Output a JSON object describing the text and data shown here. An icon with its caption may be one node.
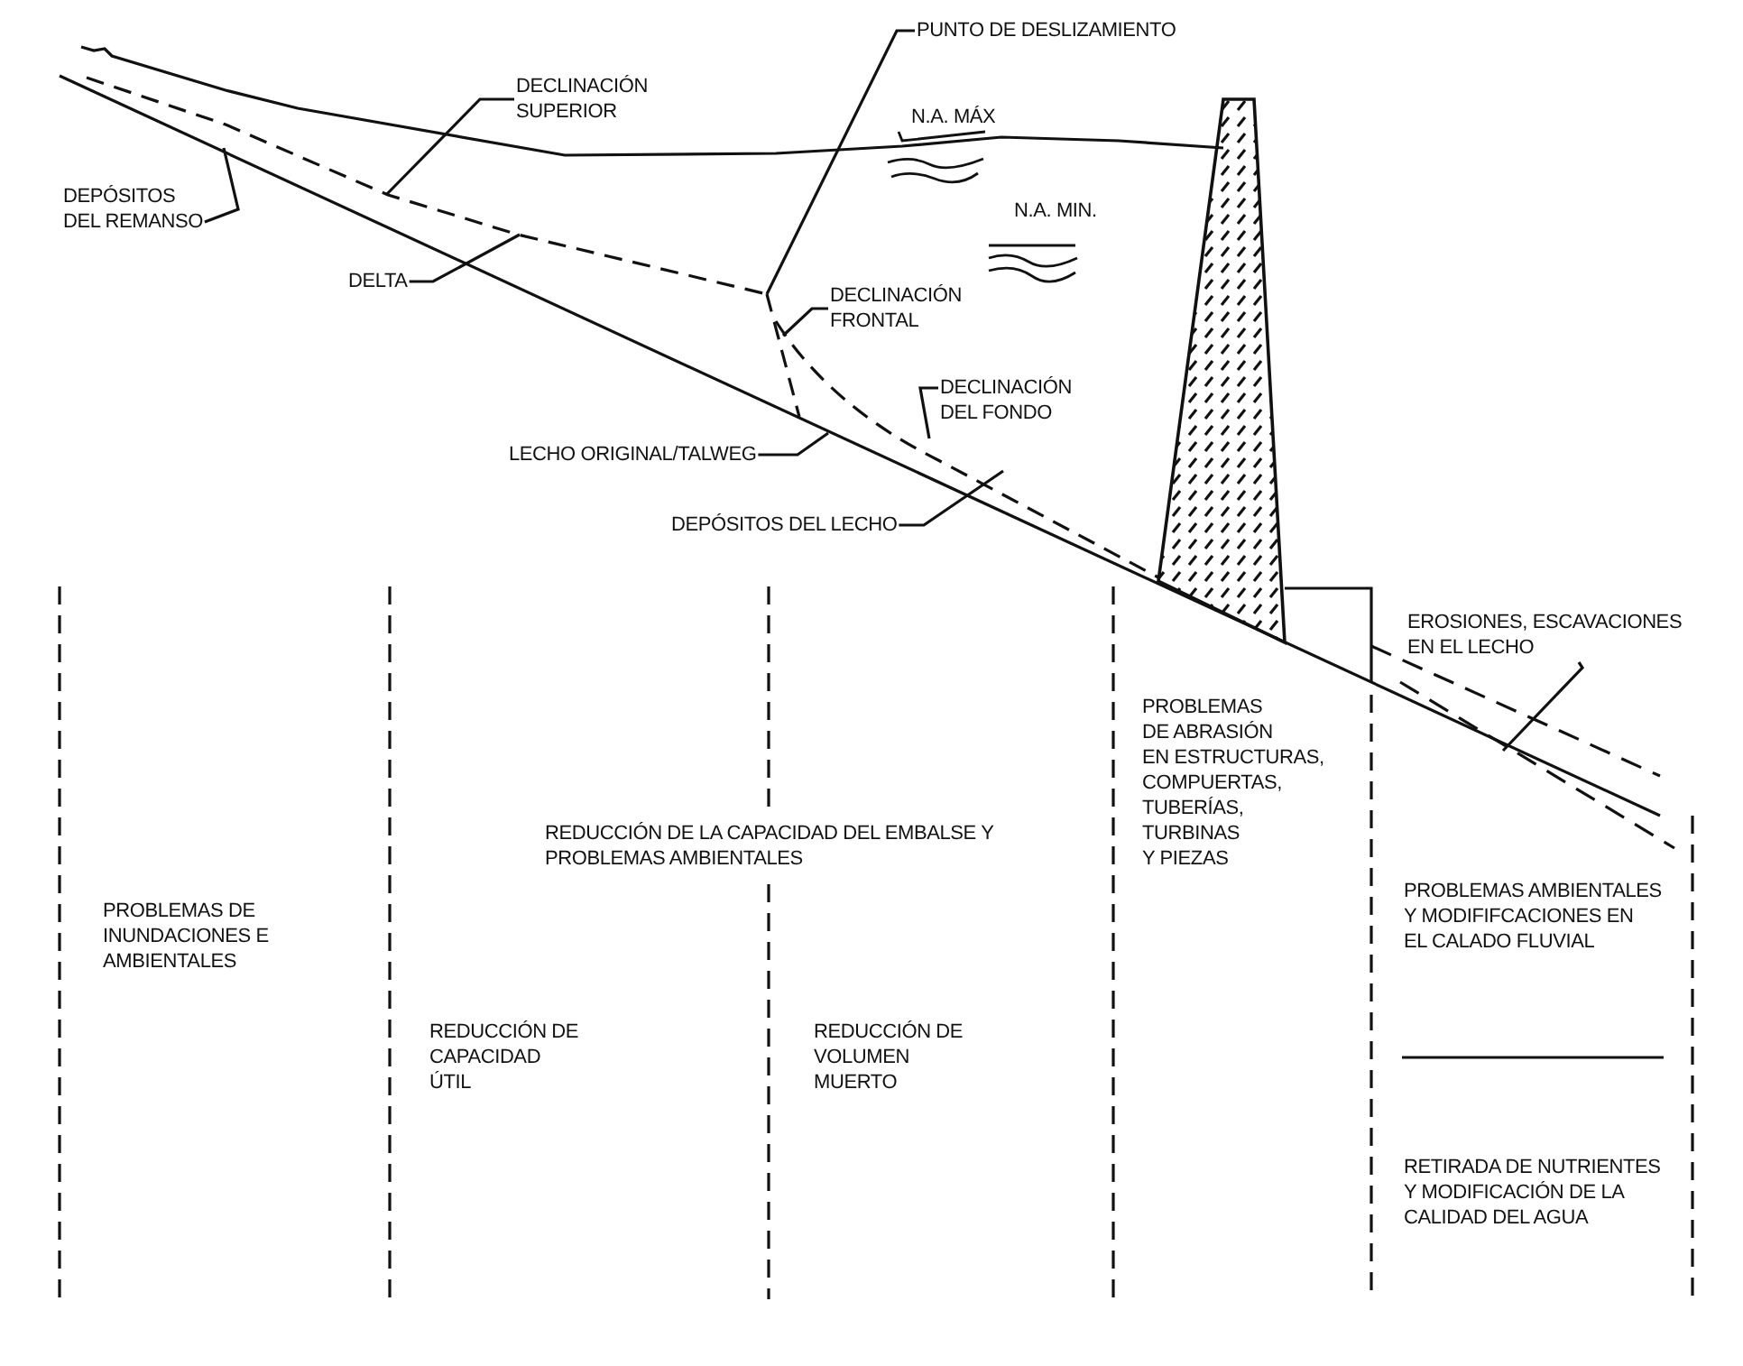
{
  "diagram": {
    "nodes": [
      {
        "text": [
          "DEPÓSITOS DEL REMANSO"
        ]
      },
      {
        "text": [
          "DECLINACIÓN SUPERIOR"
        ]
      },
      {
        "text": [
          "DELTA"
        ]
      },
      {
        "text": [
          "PUNTO DE DESLIZAMIENTO"
        ]
      },
      {
        "text": [
          "DECLINACIÓN FRONTAL"
        ]
      },
      {
        "text": [
          "DECLINACIÓN DEL FONDO"
        ]
      },
      {
        "text": [
          "LECHO ORIGINAL/TALWEG"
        ]
      },
      {
        "text": [
          "DEPÓSITOS DEL LECHO"
        ]
      },
      {
        "text": [
          "EROSIONES, ESCAVACIONES EN EL LECHO"
        ]
      }
    ],
    "edges": [
      {
        "from": 0,
        "to": null,
        "arrow": "none"
      },
      {
        "from": 1,
        "to": null,
        "arrow": "none"
      },
      {
        "from": 2,
        "to": null,
        "arrow": "none"
      },
      {
        "from": 3,
        "to": null,
        "arrow": "none"
      },
      {
        "from": 4,
        "to": null,
        "arrow": "none"
      },
      {
        "from": 5,
        "to": null,
        "arrow": "none"
      },
      {
        "from": 6,
        "to": null,
        "arrow": "none"
      },
      {
        "from": 7,
        "to": null,
        "arrow": "none"
      },
      {
        "from": 8,
        "to": null,
        "arrow": "none"
      }
    ],
    "labels": [
      "N.A. MÁX",
      "N.A. MIN.",
      "PROBLEMAS DE INUNDACIONES E AMBIENTALES",
      "REDUCCIÓN DE LA CAPACIDAD DEL EMBALSE Y PROBLEMAS AMBIENTALES",
      "REDUCCIÓN DE CAPACIDAD ÚTIL",
      "REDUCCIÓN DE VOLUMEN MUERTO",
      "PROBLEMAS DE ABRASIÓN EN ESTRUCTURAS, COMPUERTAS, TUBERÍAS, TURBINAS Y PIEZAS",
      "PROBLEMAS AMBIENTALES Y MODIFIFCACIONES EN EL CALADO FLUVIAL",
      "RETIRADA DE NUTRIENTES Y MODIFICACIÓN DE LA CALIDAD DEL AGUA"
    ]
  }
}
